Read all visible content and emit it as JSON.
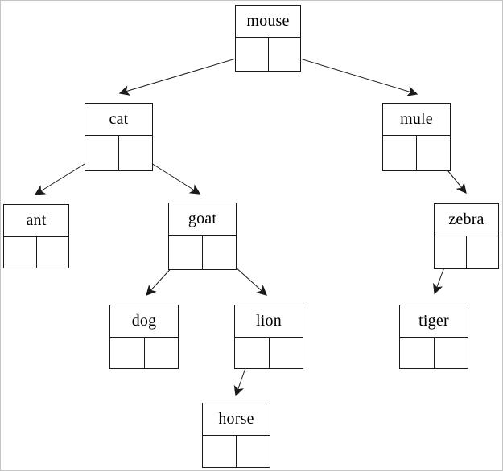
{
  "diagram": {
    "type": "binary-tree",
    "background_color": "#ffffff",
    "line_color": "#000000",
    "frame_color": "#c4c4c4",
    "nodes": [
      {
        "id": "mouse",
        "label": "mouse"
      },
      {
        "id": "cat",
        "label": "cat"
      },
      {
        "id": "mule",
        "label": "mule"
      },
      {
        "id": "ant",
        "label": "ant"
      },
      {
        "id": "goat",
        "label": "goat"
      },
      {
        "id": "zebra",
        "label": "zebra"
      },
      {
        "id": "dog",
        "label": "dog"
      },
      {
        "id": "lion",
        "label": "lion"
      },
      {
        "id": "tiger",
        "label": "tiger"
      },
      {
        "id": "horse",
        "label": "horse"
      }
    ],
    "edges": [
      {
        "from": "mouse",
        "pointer": "left",
        "to": "cat"
      },
      {
        "from": "mouse",
        "pointer": "right",
        "to": "mule"
      },
      {
        "from": "cat",
        "pointer": "left",
        "to": "ant"
      },
      {
        "from": "cat",
        "pointer": "right",
        "to": "goat"
      },
      {
        "from": "mule",
        "pointer": "right",
        "to": "zebra"
      },
      {
        "from": "goat",
        "pointer": "left",
        "to": "dog"
      },
      {
        "from": "goat",
        "pointer": "right",
        "to": "lion"
      },
      {
        "from": "zebra",
        "pointer": "left",
        "to": "tiger"
      },
      {
        "from": "lion",
        "pointer": "left",
        "to": "horse"
      }
    ]
  }
}
